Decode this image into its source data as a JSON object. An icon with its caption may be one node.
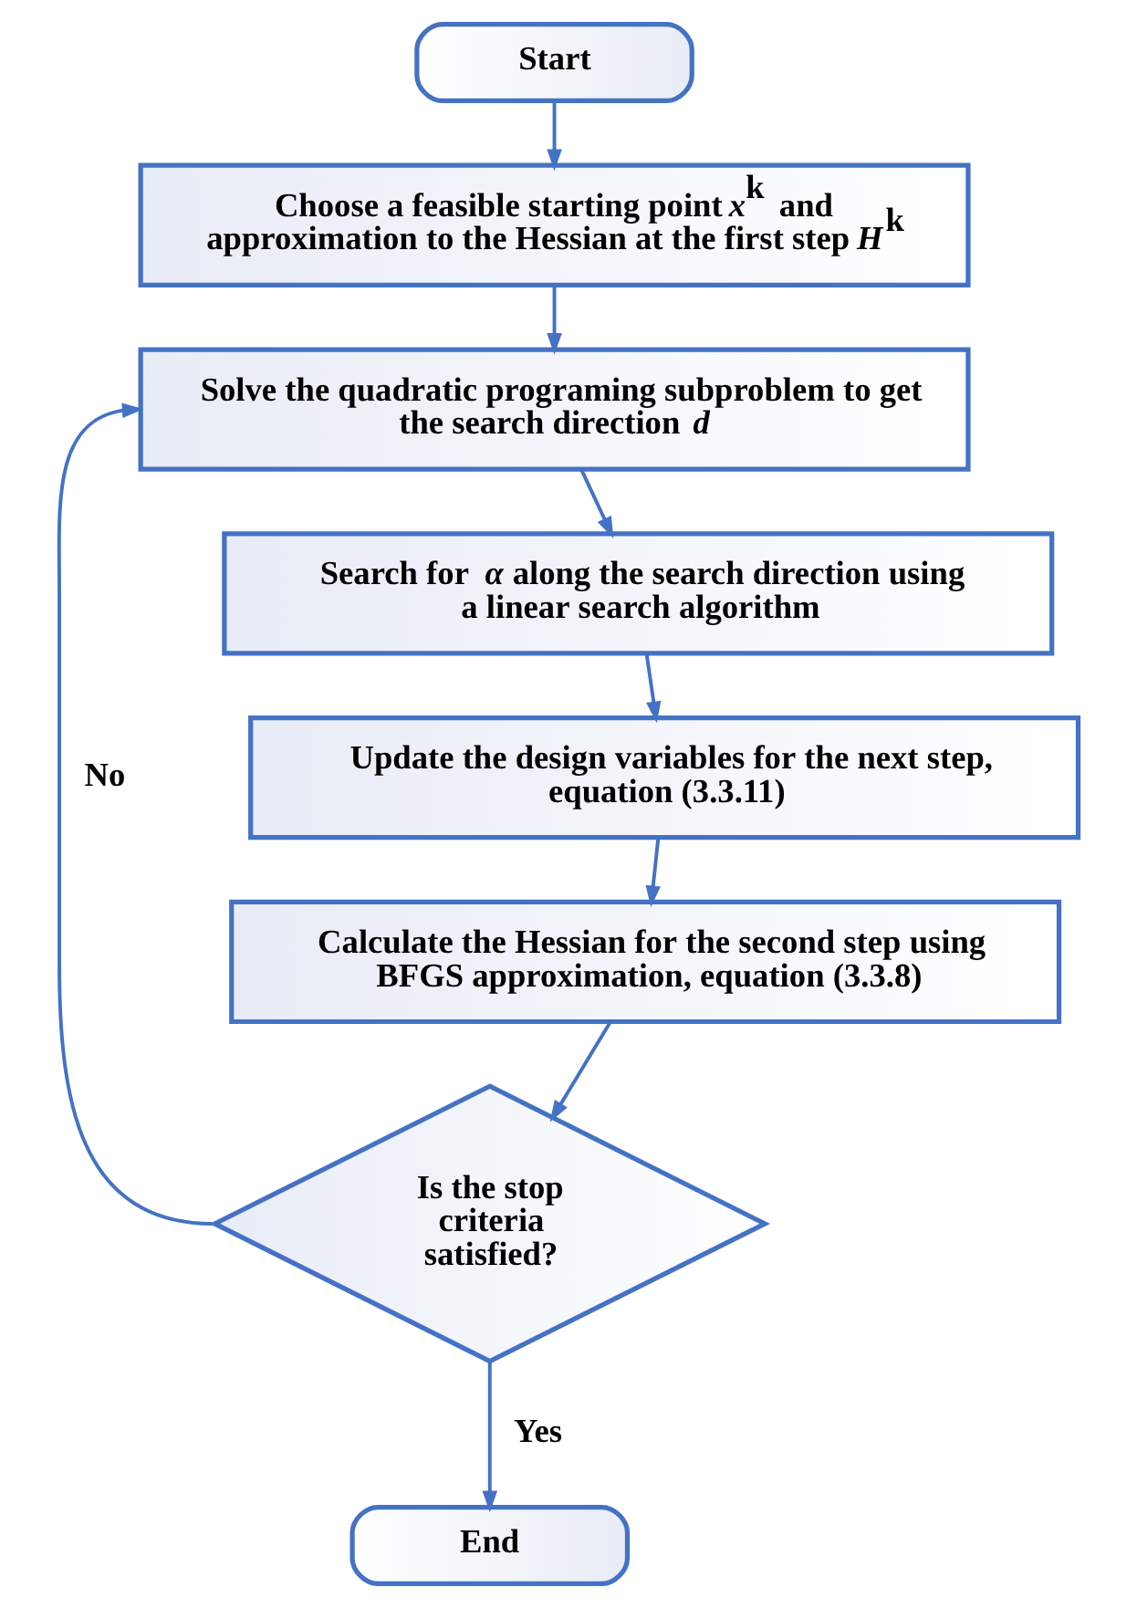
{
  "diagram": {
    "nodes": [
      {
        "text": [
          "Start"
        ]
      },
      {
        "text": [
          "Choose a feasible starting point *x*$^{k}$ and approximation to the Hessian at the first step *H*$^{k}$"
        ]
      },
      {
        "text": [
          "Solve the quadratic programing subproblem to get the search direction *d*"
        ]
      },
      {
        "text": [
          "Search for *α* along the search direction using a linear search algorithm"
        ]
      },
      {
        "text": [
          "Update the design variables for the next step, equation (3.3.11)"
        ]
      },
      {
        "text": [
          "Calculate the Hessian for the second step using BFGS approximation, equation (3.3.8)"
        ]
      },
      {
        "text": [
          "Is the stop criteria satisfied?"
        ]
      },
      {
        "text": [
          "End"
        ]
      }
    ],
    "edges": [
      {
        "from": 0,
        "to": 1,
        "arrow": "to"
      },
      {
        "from": 1,
        "to": 2,
        "arrow": "to"
      },
      {
        "from": 2,
        "to": 3,
        "arrow": "to"
      },
      {
        "from": 3,
        "to": 4,
        "arrow": "to"
      },
      {
        "from": 4,
        "to": 5,
        "arrow": "to"
      },
      {
        "from": 5,
        "to": 6,
        "arrow": "to"
      },
      {
        "from": 6,
        "to": 7,
        "arrow": "to",
        "label": "Yes"
      },
      {
        "from": 6,
        "to": 2,
        "arrow": "to",
        "label": "No"
      }
    ]
  }
}
